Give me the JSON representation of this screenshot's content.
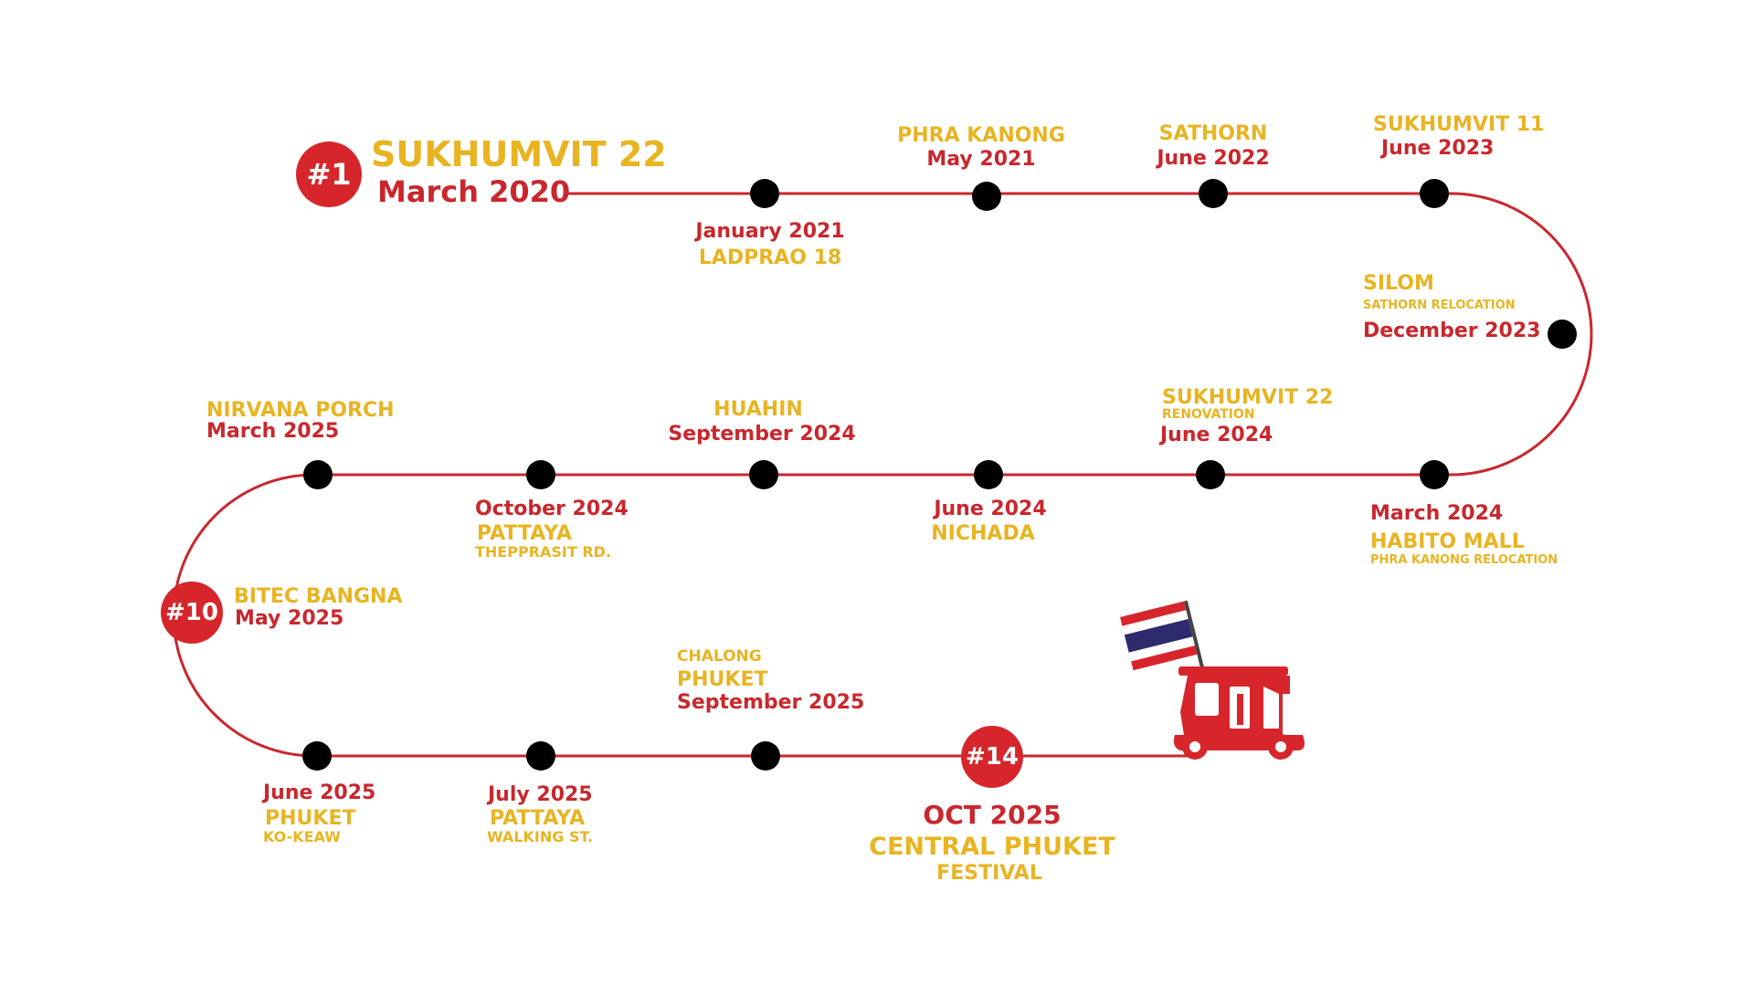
{
  "colors": {
    "line": "#C9272D",
    "badge": "#D6262C",
    "yellow": "#E8B422",
    "red": "#C9272D",
    "dot": "#000000"
  },
  "badges": {
    "first": "#1",
    "tenth": "#10",
    "fourteenth": "#14"
  },
  "milestones": {
    "m1": {
      "place": "SUKHUMVIT 22",
      "date": "March 2020"
    },
    "m2": {
      "date": "January 2021",
      "place": "LADPRAO 18"
    },
    "m3": {
      "place": "PHRA KANONG",
      "date": "May 2021"
    },
    "m4": {
      "place": "SATHORN",
      "date": "June 2022"
    },
    "m5": {
      "place": "SUKHUMVIT 11",
      "date": "June 2023"
    },
    "m6": {
      "place": "SILOM",
      "note": "SATHORN RELOCATION",
      "date": "December 2023"
    },
    "m7": {
      "date": "March 2024",
      "place": "HABITO MALL",
      "note": "PHRA KANONG RELOCATION"
    },
    "m8": {
      "place": "SUKHUMVIT 22",
      "note": "RENOVATION",
      "date": "June 2024"
    },
    "m9": {
      "date": "June 2024",
      "place": "NICHADA"
    },
    "m10": {
      "place": "HUAHIN",
      "date": "September 2024"
    },
    "m11": {
      "date": "October 2024",
      "place": "PATTAYA",
      "note": "THEPPRASIT RD."
    },
    "m12": {
      "place": "NIRVANA PORCH",
      "date": "March 2025"
    },
    "m13": {
      "place": "BITEC BANGNA",
      "date": "May 2025"
    },
    "m14": {
      "date": "June 2025",
      "place": "PHUKET",
      "note": "KO-KEAW"
    },
    "m15": {
      "date": "July 2025",
      "place": "PATTAYA",
      "note": "WALKING ST."
    },
    "m16": {
      "note": "CHALONG",
      "place": "PHUKET",
      "date": "September 2025"
    },
    "m17": {
      "date": "OCT 2025",
      "place": "CENTRAL PHUKET",
      "note": "FESTIVAL"
    }
  },
  "icons": [
    "thai-flag-icon",
    "tuk-tuk-icon"
  ]
}
